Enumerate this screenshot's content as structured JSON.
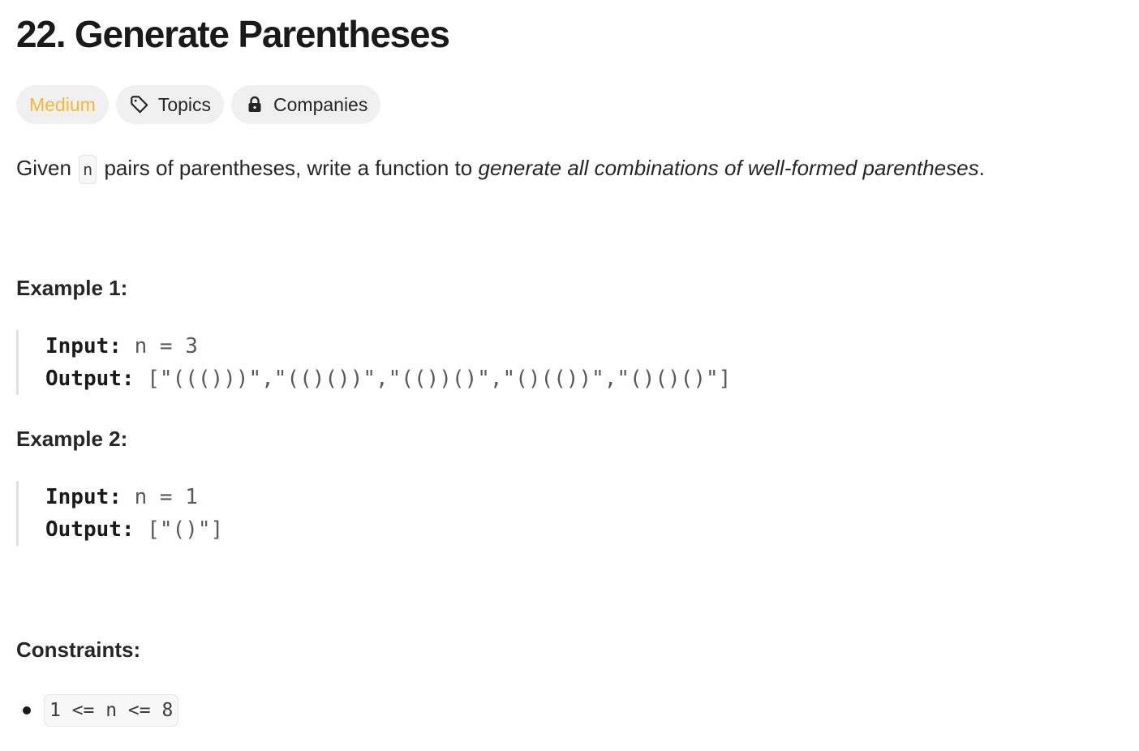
{
  "problem": {
    "title": "22. Generate Parentheses",
    "difficulty": "Medium",
    "colors": {
      "difficulty": "#f5b82e",
      "tag_background": "#f0f0f0",
      "text": "#262626"
    }
  },
  "tags": {
    "topics": {
      "label": "Topics",
      "icon": "tag-icon"
    },
    "companies": {
      "label": "Companies",
      "icon": "lock-icon"
    }
  },
  "description": {
    "prefix": "Given",
    "code": "n",
    "middle": "pairs of parentheses, write a function to",
    "emphasis": "generate all combinations of well-formed parentheses",
    "suffix": "."
  },
  "examples": [
    {
      "heading": "Example 1:",
      "input_label": "Input:",
      "input_value": "n = 3",
      "output_label": "Output:",
      "output_value": "[\"((()))\",\"(()())\",\"(())()\",\"()(())\",\"()()()\"]"
    },
    {
      "heading": "Example 2:",
      "input_label": "Input:",
      "input_value": "n = 1",
      "output_label": "Output:",
      "output_value": "[\"()\"]"
    }
  ],
  "constraints": {
    "heading": "Constraints:",
    "items": [
      "1 <= n <= 8"
    ]
  }
}
